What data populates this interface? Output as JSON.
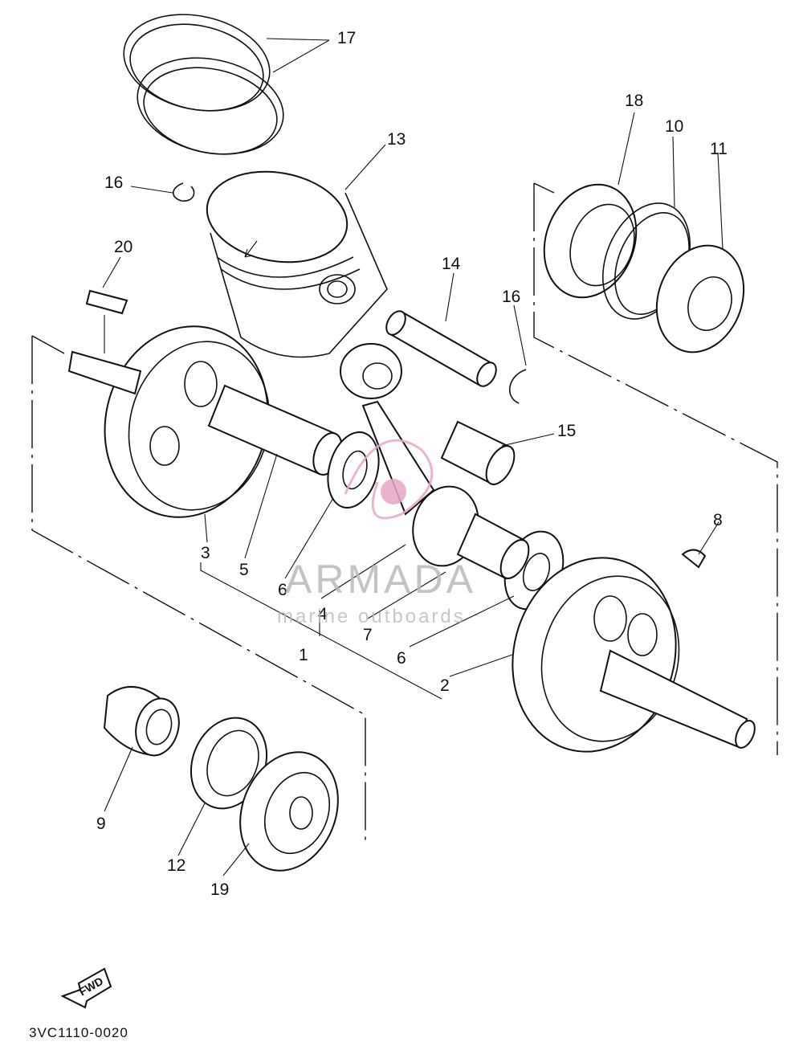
{
  "diagram": {
    "part_labels": [
      "17",
      "13",
      "16",
      "20",
      "14",
      "16",
      "18",
      "10",
      "11",
      "15",
      "8",
      "3",
      "5",
      "6",
      "4",
      "7",
      "1",
      "6",
      "2",
      "9",
      "12",
      "19"
    ],
    "figure_code": "3VC1110-0020",
    "fwd_label": "FWD"
  },
  "watermark": {
    "title": "ARMADA",
    "subtitle": "marine outboards",
    "color": "#e7a6c8"
  }
}
